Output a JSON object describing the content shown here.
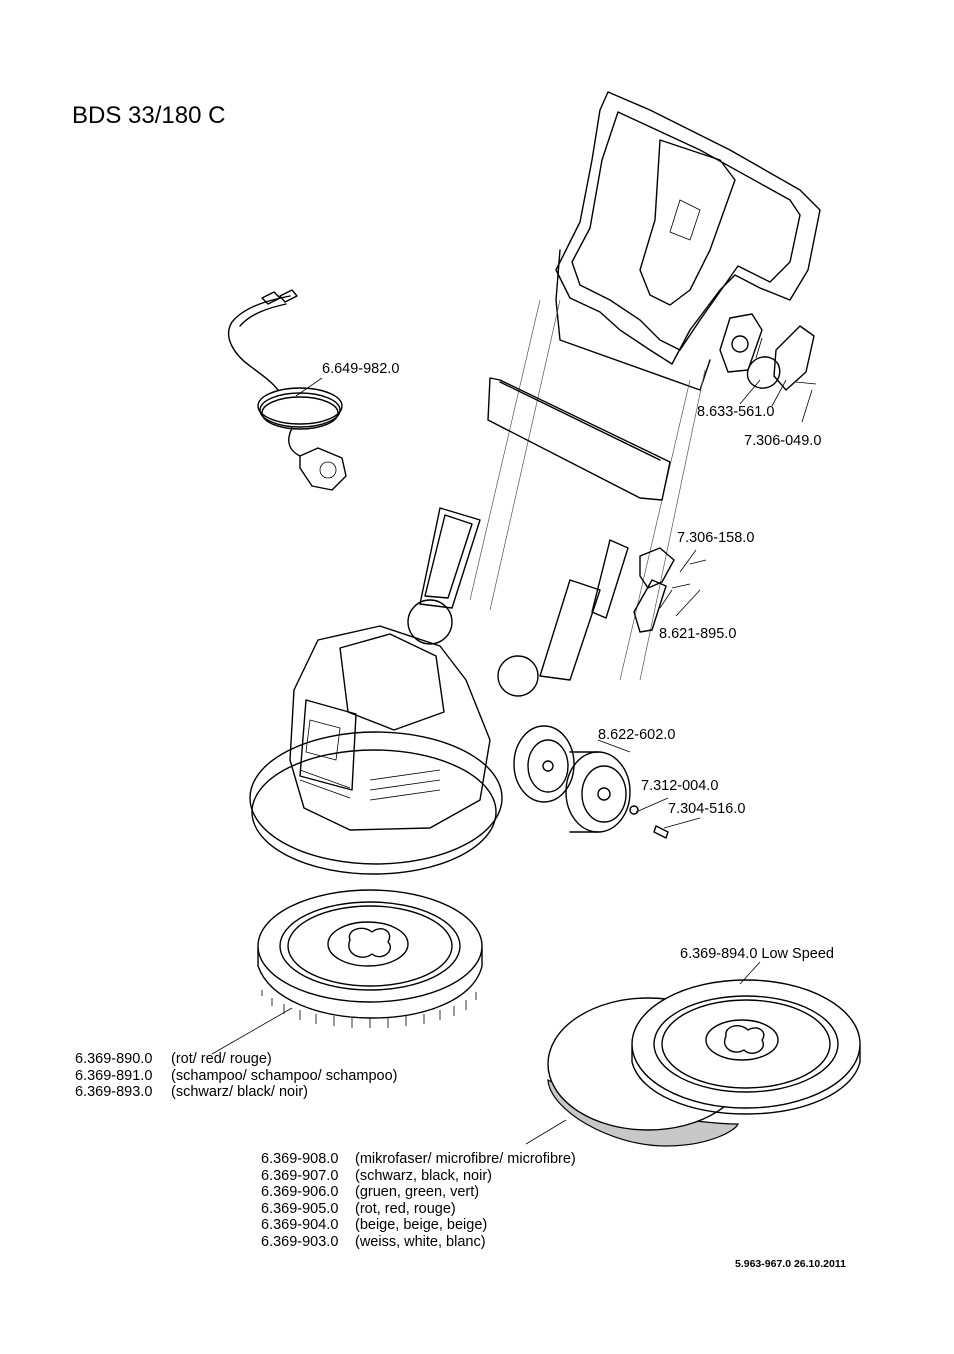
{
  "title": "BDS 33/180 C",
  "callouts": {
    "cable": "6.649-982.0",
    "knob": "8.633-561.0",
    "knob_screw": "7.306-049.0",
    "clip_screw": "7.306-158.0",
    "clip": "8.621-895.0",
    "wheel": "8.622-602.0",
    "wheel_washer": "7.312-004.0",
    "wheel_screw": "7.304-516.0",
    "low_speed_pad": "6.369-894.0 Low Speed"
  },
  "brush_list": [
    {
      "part": "6.369-890.0",
      "desc": "(rot/ red/ rouge)"
    },
    {
      "part": "6.369-891.0",
      "desc": "(schampoo/ schampoo/ schampoo)"
    },
    {
      "part": "6.369-893.0",
      "desc": "(schwarz/ black/ noir)"
    }
  ],
  "pad_list": [
    {
      "part": "6.369-908.0",
      "desc": "(mikrofaser/ microfibre/ microfibre)"
    },
    {
      "part": "6.369-907.0",
      "desc": "(schwarz, black, noir)"
    },
    {
      "part": "6.369-906.0",
      "desc": "(gruen, green, vert)"
    },
    {
      "part": "6.369-905.0",
      "desc": "(rot, red, rouge)"
    },
    {
      "part": "6.369-904.0",
      "desc": "(beige, beige, beige)"
    },
    {
      "part": "6.369-903.0",
      "desc": "(weiss, white, blanc)"
    }
  ],
  "footer": "5.963-967.0  26.10.2011",
  "colors": {
    "pad_band": "#c8c8c8"
  }
}
